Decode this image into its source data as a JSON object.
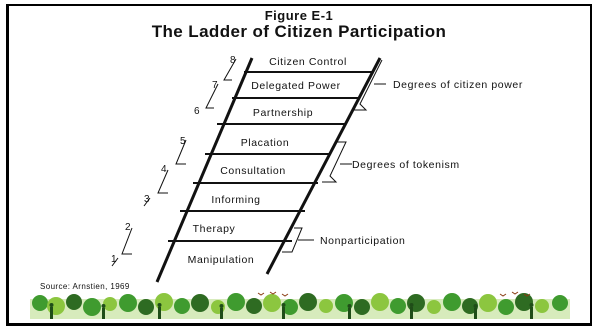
{
  "figure_label": "Figure E-1",
  "title": "The Ladder of Citizen Participation",
  "rungs": [
    {
      "number": "8",
      "label": "Citizen Control"
    },
    {
      "number": "7",
      "label": "Delegated Power"
    },
    {
      "number": "6",
      "label": "Partnership"
    },
    {
      "number": "5",
      "label": "Placation"
    },
    {
      "number": "4",
      "label": "Consultation"
    },
    {
      "number": "3",
      "label": "Informing"
    },
    {
      "number": "2",
      "label": "Therapy"
    },
    {
      "number": "1",
      "label": "Manipulation"
    }
  ],
  "groups": [
    {
      "label": "Degrees of citizen power"
    },
    {
      "label": "Degrees of tokenism"
    },
    {
      "label": "Nonparticipation"
    }
  ],
  "source": "Source: Arnstien, 1969",
  "colors": {
    "ink": "#111111",
    "foliage": "#3f9b2f",
    "foliage_light": "#8cc63f",
    "foliage_dark": "#2e6b22",
    "frame": "#000000"
  }
}
